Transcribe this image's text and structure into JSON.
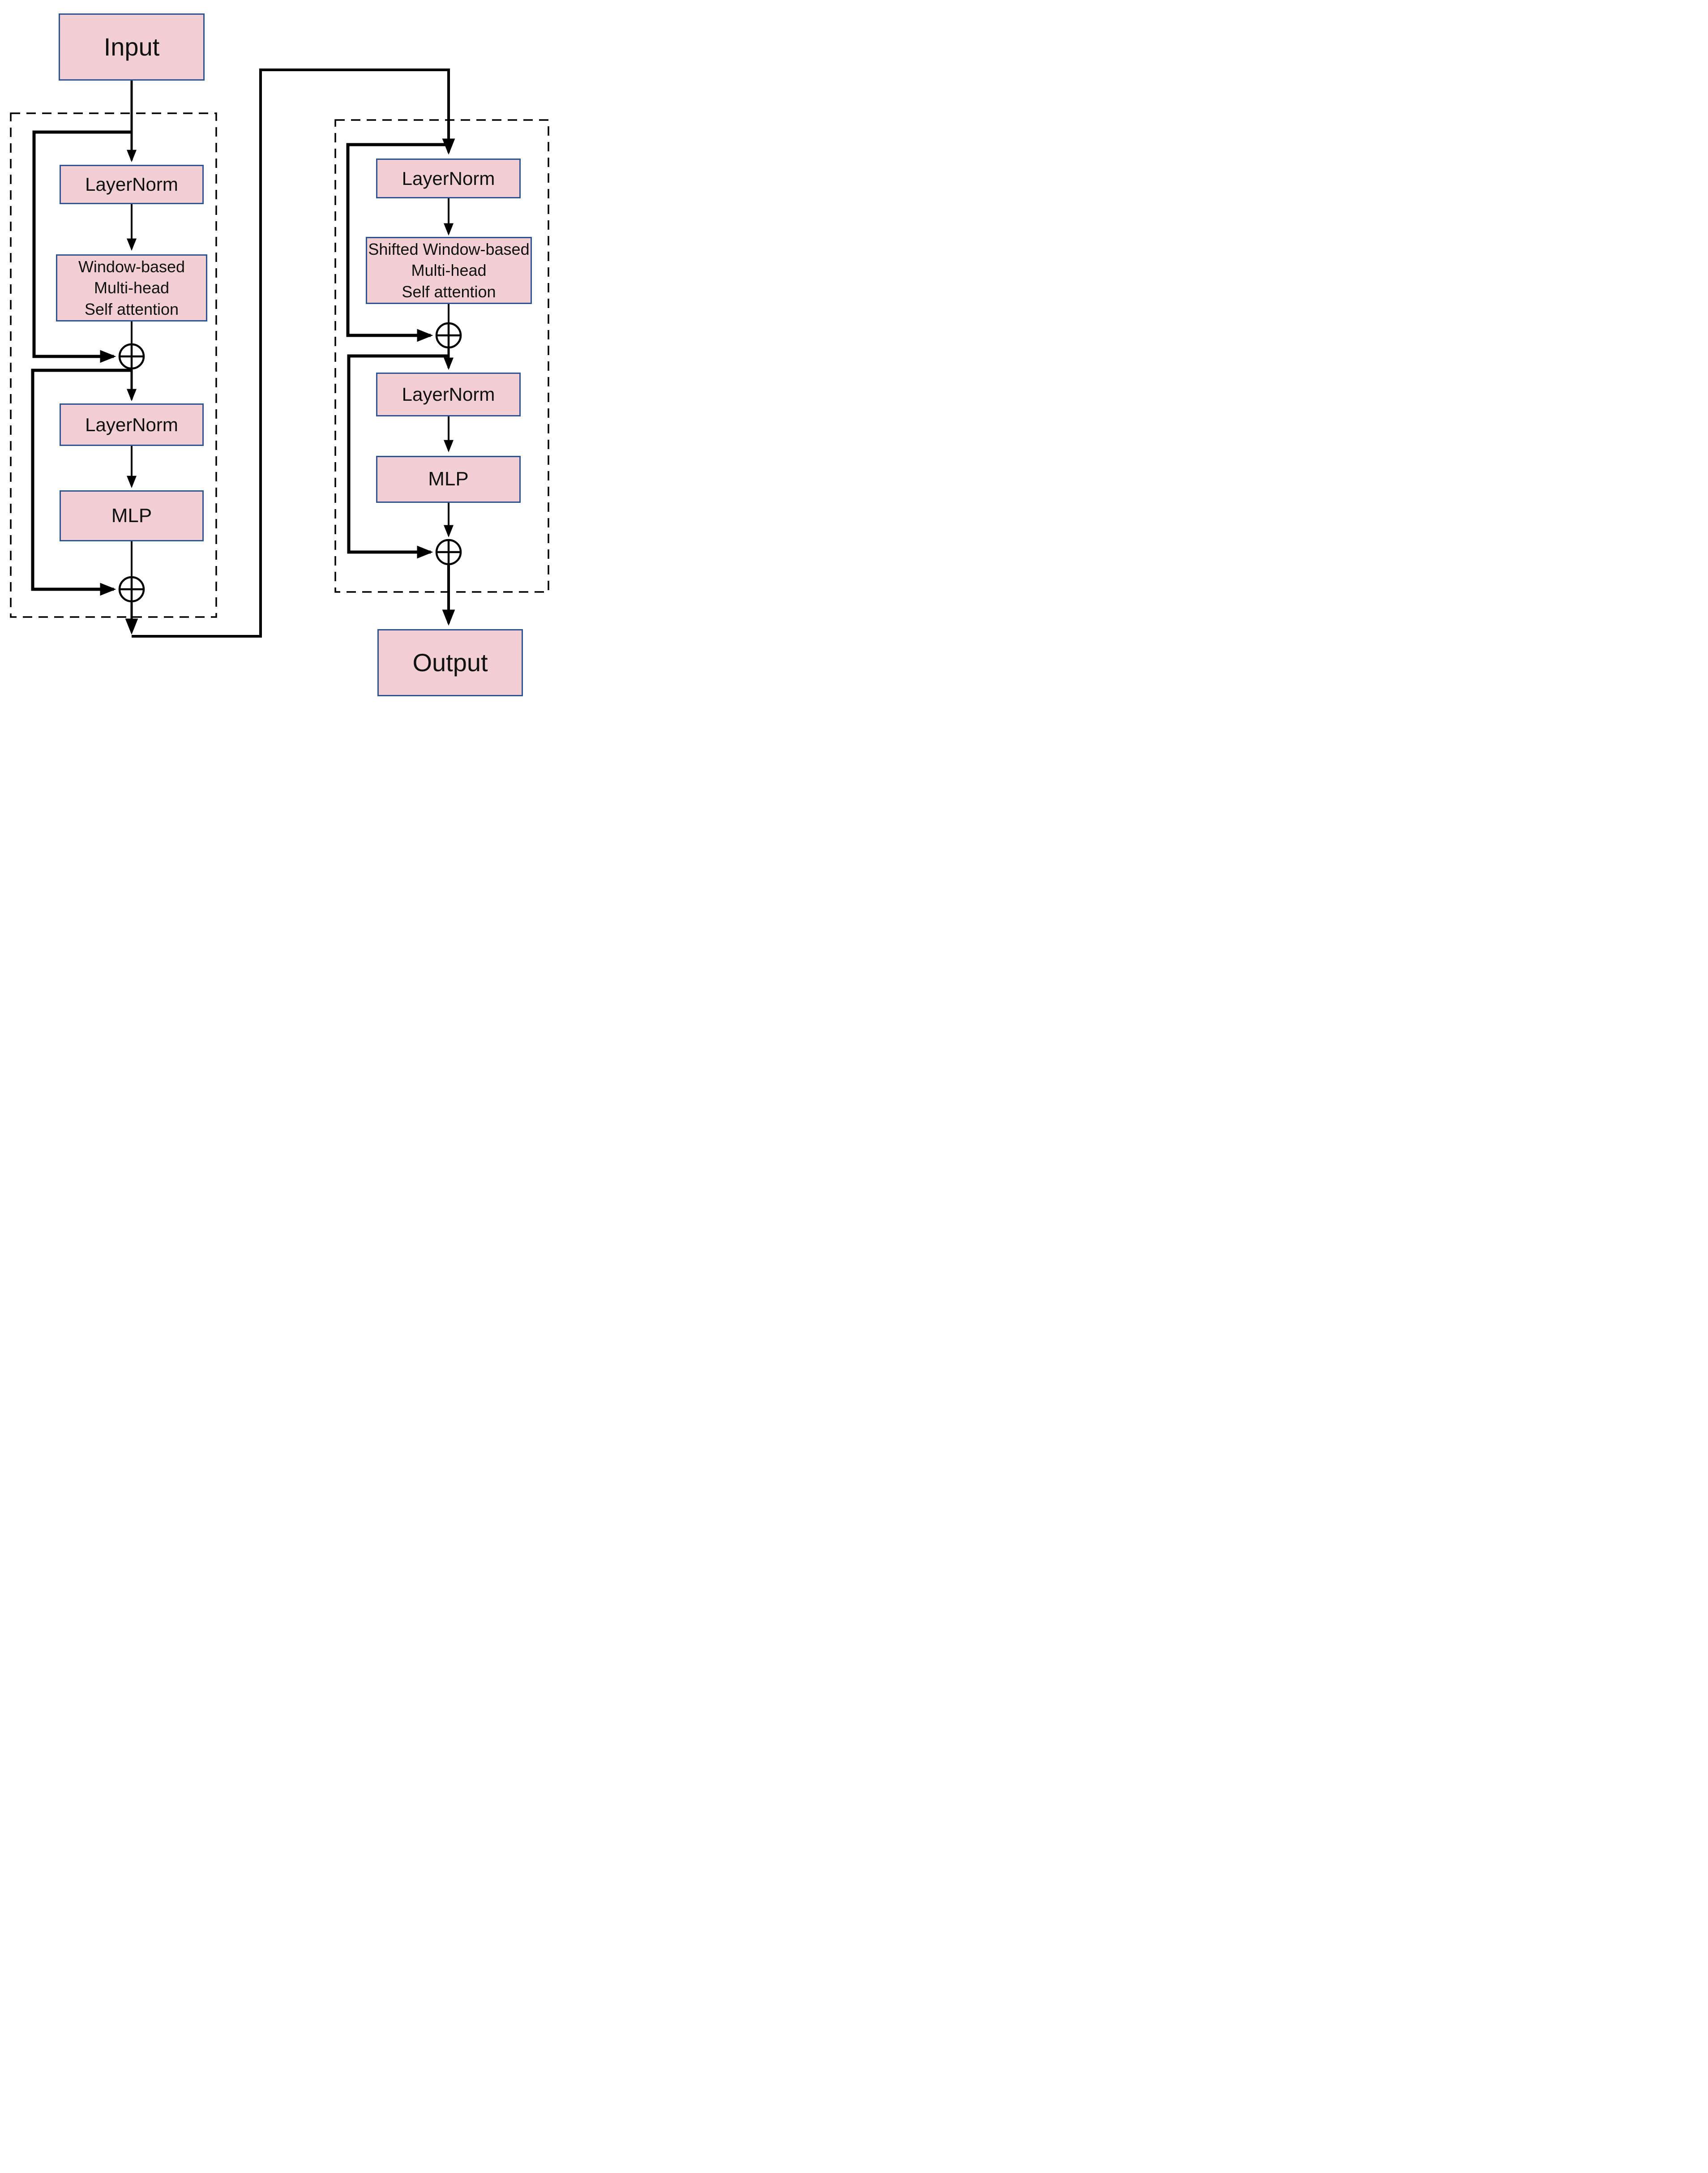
{
  "diagram": {
    "input_label": "Input",
    "output_label": "Output",
    "block1": {
      "layernorm_top": "LayerNorm",
      "attention": [
        "Window-based",
        "Multi-head",
        "Self attention"
      ],
      "layernorm_bottom": "LayerNorm",
      "mlp": "MLP"
    },
    "block2": {
      "layernorm_top": "LayerNorm",
      "attention": [
        "Shifted Window-based",
        "Multi-head",
        "Self attention"
      ],
      "layernorm_bottom": "LayerNorm",
      "mlp": "MLP"
    },
    "icons": {
      "residual_add": "circle-plus"
    },
    "colors": {
      "node_fill": "#f2cfd2",
      "node_border": "#2f5496",
      "line": "#000000"
    }
  }
}
